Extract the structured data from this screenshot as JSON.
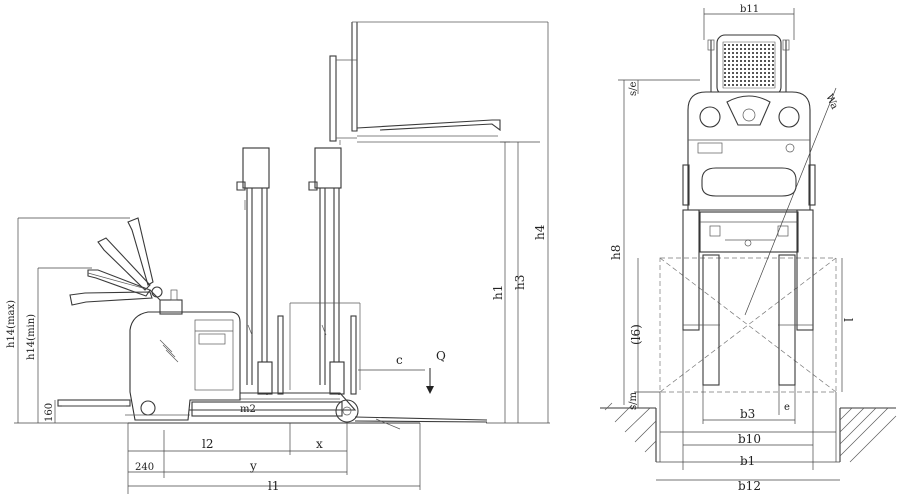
{
  "side_view": {
    "labels": {
      "h4": "h4",
      "h3": "h3",
      "h1": "h1",
      "h14max": "h14(max)",
      "h14min": "h14(min)",
      "d160": "160",
      "m2": "m2",
      "c": "c",
      "q": "Q",
      "l2": "l2",
      "x": "x",
      "d240": "240",
      "y": "y",
      "l1": "l1"
    }
  },
  "front_view": {
    "labels": {
      "b11": "b11",
      "h8": "h8",
      "Wa": "Wa",
      "b3": "b3",
      "e": "e",
      "b10": "b10",
      "b1": "b1",
      "b12": "b12",
      "t1": "s/e",
      "t2": "s/m",
      "l": "l",
      "l6": "(l6)"
    }
  },
  "colors": {
    "line": "#3a3a3a",
    "background": "#ffffff"
  }
}
